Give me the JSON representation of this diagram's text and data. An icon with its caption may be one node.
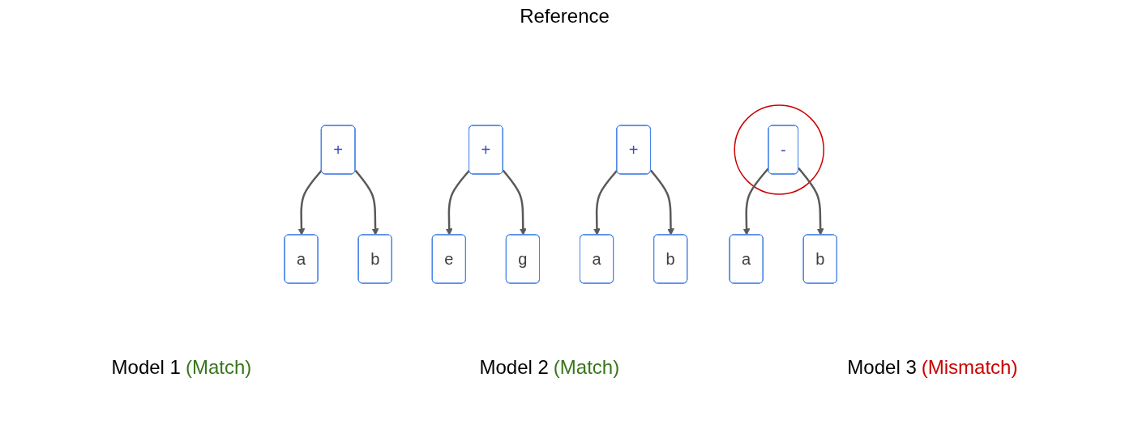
{
  "diagram": {
    "nodes": [
      {
        "text": [
          "+"
        ]
      },
      {
        "text": [
          "a"
        ]
      },
      {
        "text": [
          "b"
        ]
      },
      {
        "text": [
          "+"
        ]
      },
      {
        "text": [
          "e"
        ]
      },
      {
        "text": [
          "g"
        ]
      },
      {
        "text": [
          "+"
        ]
      },
      {
        "text": [
          "a"
        ]
      },
      {
        "text": [
          "b"
        ]
      },
      {
        "text": [],
        "shape": "circle"
      },
      {
        "text": [
          "-"
        ],
        "in": 9
      },
      {
        "text": [
          "a"
        ]
      },
      {
        "text": [
          "b"
        ]
      }
    ],
    "edges": [
      {
        "from": 0,
        "to": 1,
        "arrow": "to"
      },
      {
        "from": 0,
        "to": 2,
        "arrow": "to"
      },
      {
        "from": 3,
        "to": 4,
        "arrow": "to"
      },
      {
        "from": 3,
        "to": 5,
        "arrow": "to"
      },
      {
        "from": 6,
        "to": 7,
        "arrow": "to"
      },
      {
        "from": 6,
        "to": 8,
        "arrow": "to"
      },
      {
        "from": 10,
        "to": 11,
        "arrow": "to"
      },
      {
        "from": 10,
        "to": 12,
        "arrow": "to"
      }
    ],
    "labels": [
      "Reference",
      "Model 1",
      "(Match)",
      "Model 2",
      "(Match)",
      "Model 3",
      "(Mismatch)"
    ]
  }
}
